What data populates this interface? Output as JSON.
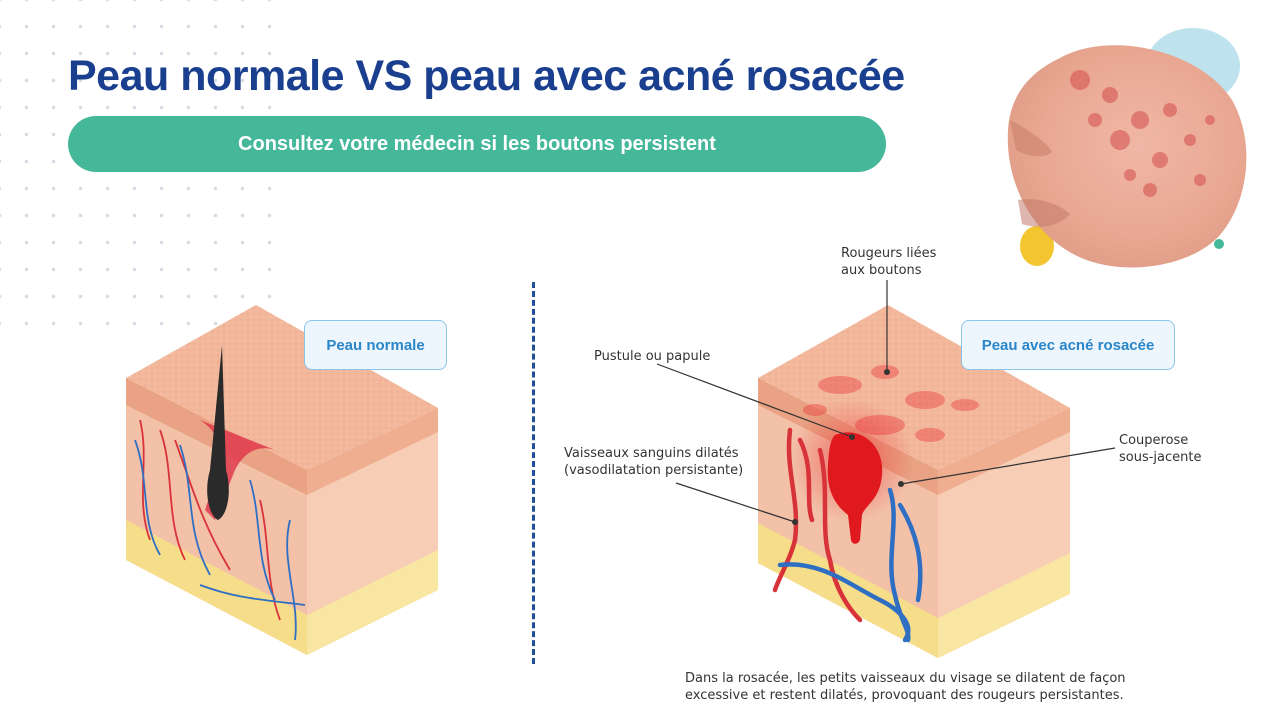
{
  "header": {
    "title": "Peau normale VS peau avec acné rosacée",
    "banner": "Consultez votre médecin si les boutons persistent"
  },
  "panels": {
    "normal": {
      "tag": "Peau normale"
    },
    "rosacea": {
      "tag": "Peau avec acné rosacée"
    }
  },
  "annotations": {
    "redness": "Rougeurs liées\naux boutons",
    "pustule": "Pustule ou papule",
    "vessels": "Vaisseaux sanguins dilatés\n(vasodilatation persistante)",
    "couperose": "Couperose\nsous-jacente"
  },
  "caption": "Dans la rosacée, les petits vaisseaux du visage se dilatent de façon\nexcessive et restent dilatés, provoquant des rougeurs persistantes.",
  "colors": {
    "title": "#1a3f8f",
    "banner": "#45b89a",
    "tag_text": "#2a86c8",
    "artery": "#d9333a",
    "vein": "#2e6fc4",
    "skin_top": "#f3b89c",
    "fat": "#f6dd8a"
  }
}
